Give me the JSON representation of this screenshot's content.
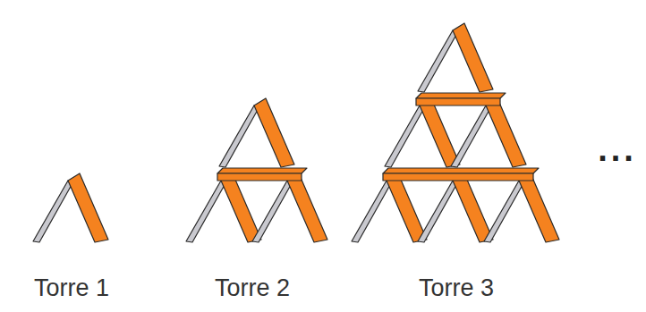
{
  "diagram": {
    "labels": [
      "Torre 1",
      "Torre 2",
      "Torre 3",
      "..."
    ]
  }
}
